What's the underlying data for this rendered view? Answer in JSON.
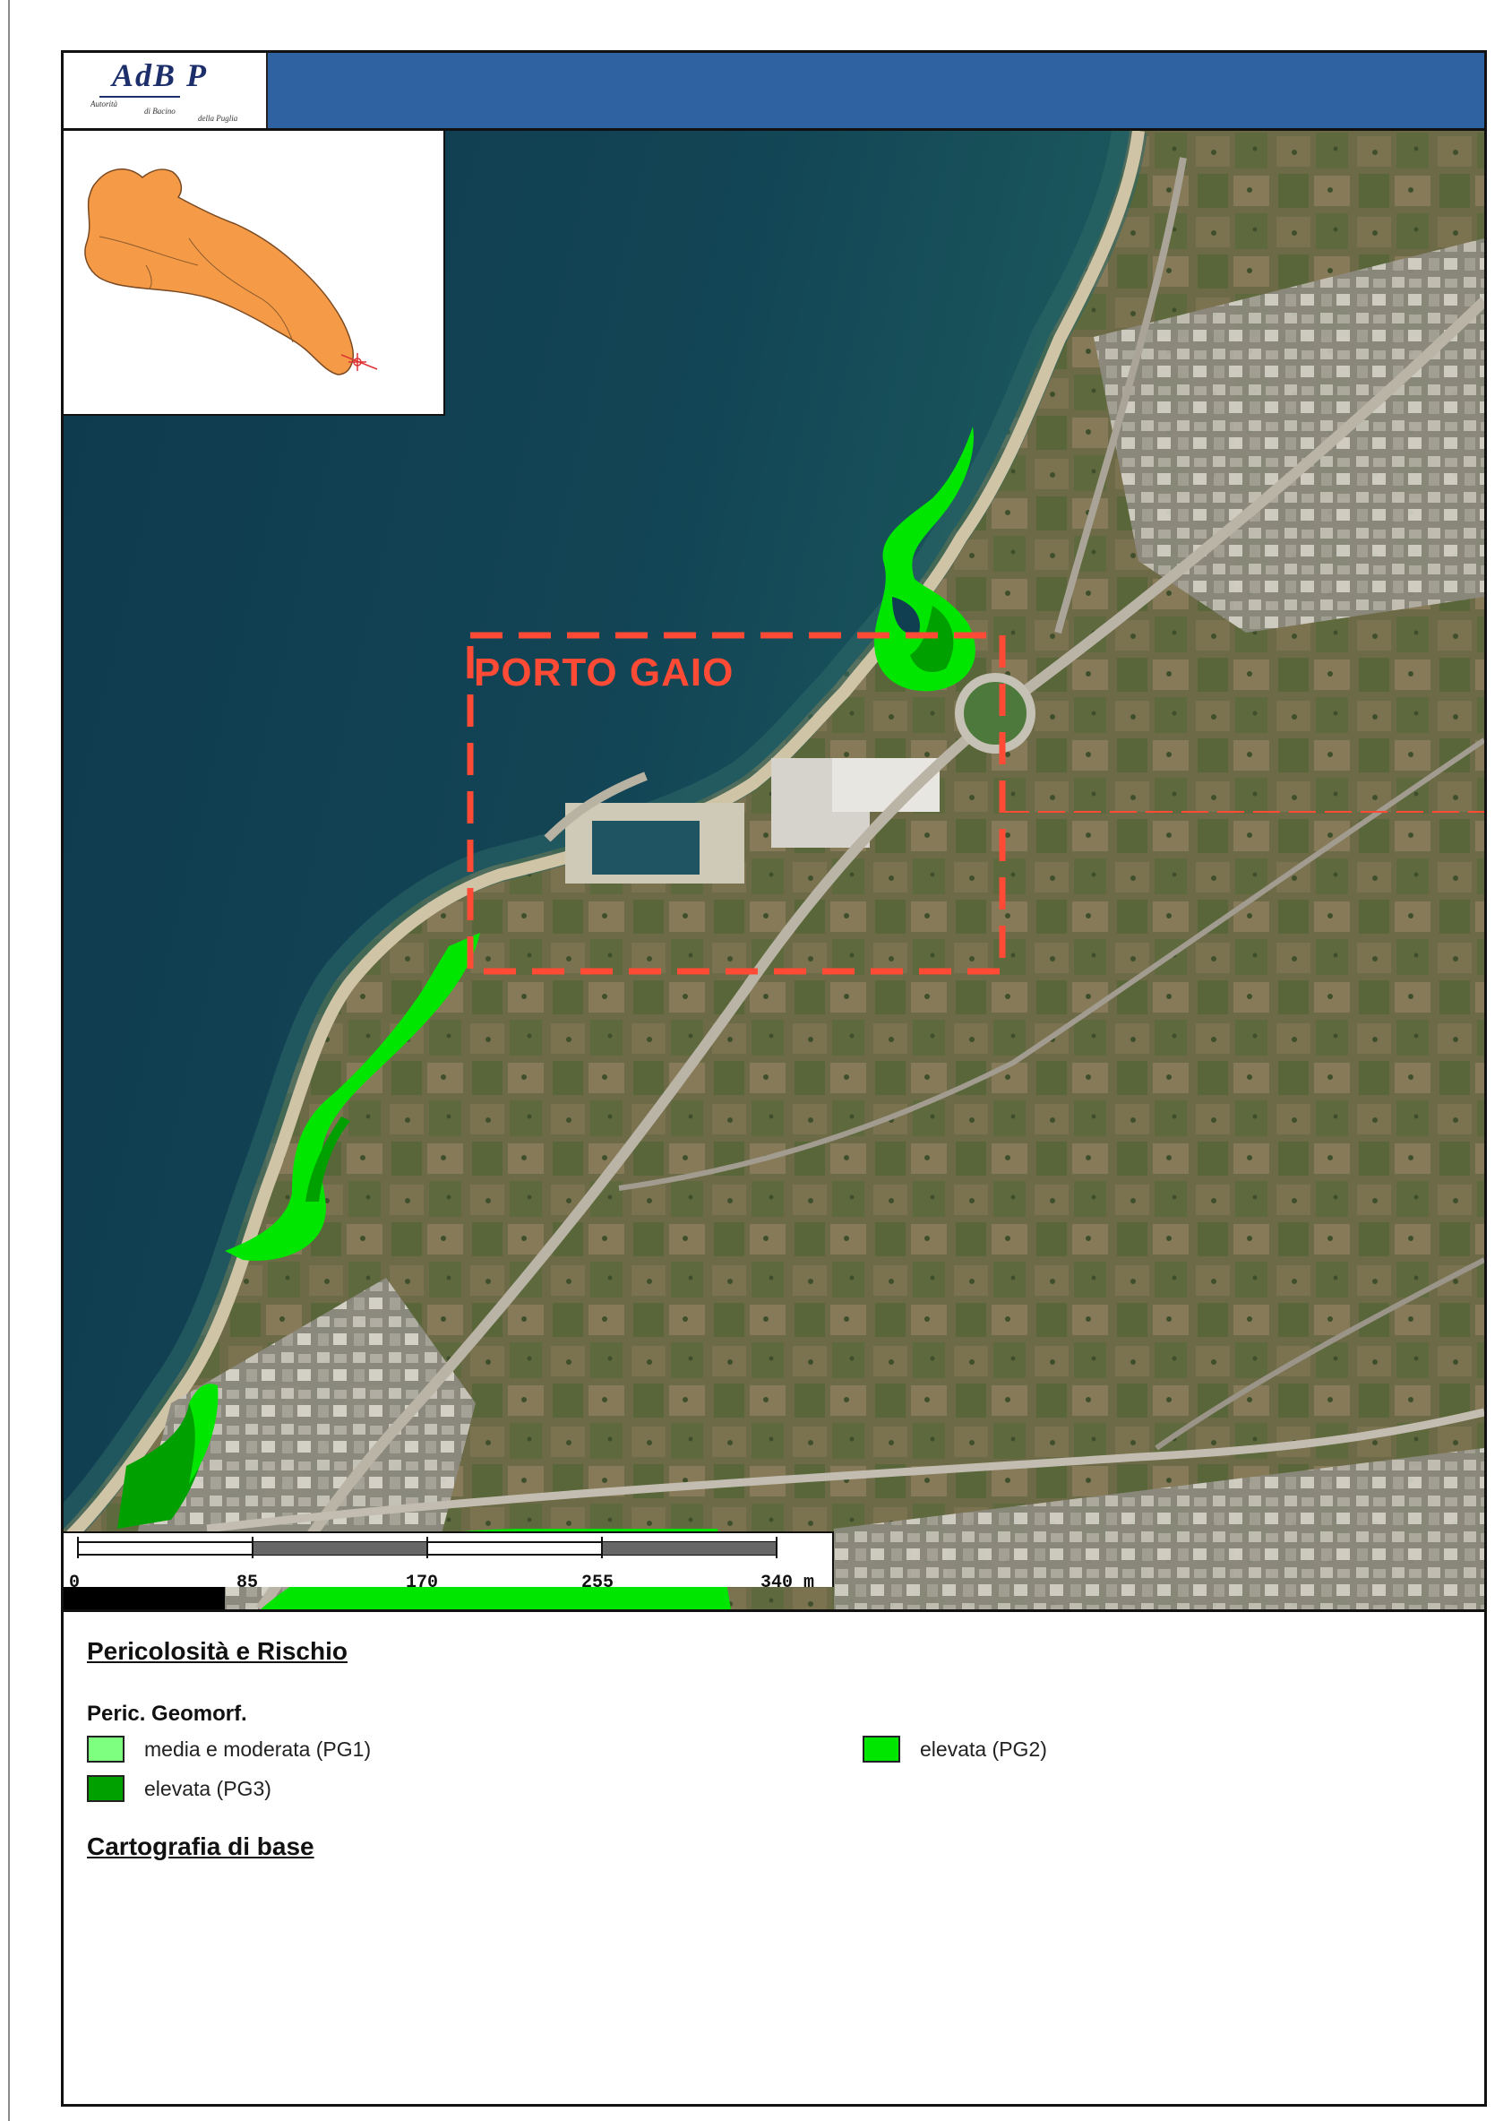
{
  "header": {
    "logo_main": "AdB P",
    "logo_sub1": "Autorità",
    "logo_sub2": "di Bacino",
    "logo_sub3": "della Puglia"
  },
  "map": {
    "place_label": "PORTO GAIO",
    "colors": {
      "sea": "#103f52",
      "land": "#6f6a48",
      "pg1": "#7fff7f",
      "pg2": "#00e600",
      "pg3": "#00a000",
      "highlight": "#ff4a36",
      "inset_region": "#f59a47"
    }
  },
  "scale": {
    "ticks": [
      "0",
      "85",
      "170",
      "255",
      "340 m"
    ]
  },
  "legend": {
    "section1_title": "Pericolosità e Rischio",
    "subtitle": "Peric. Geomorf.",
    "items": [
      {
        "label": "media e moderata (PG1)",
        "color": "#7fff7f"
      },
      {
        "label": "elevata (PG2)",
        "color": "#00e600"
      },
      {
        "label": "elevata (PG3)",
        "color": "#00a000"
      }
    ],
    "section2_title": "Cartografia di base"
  }
}
